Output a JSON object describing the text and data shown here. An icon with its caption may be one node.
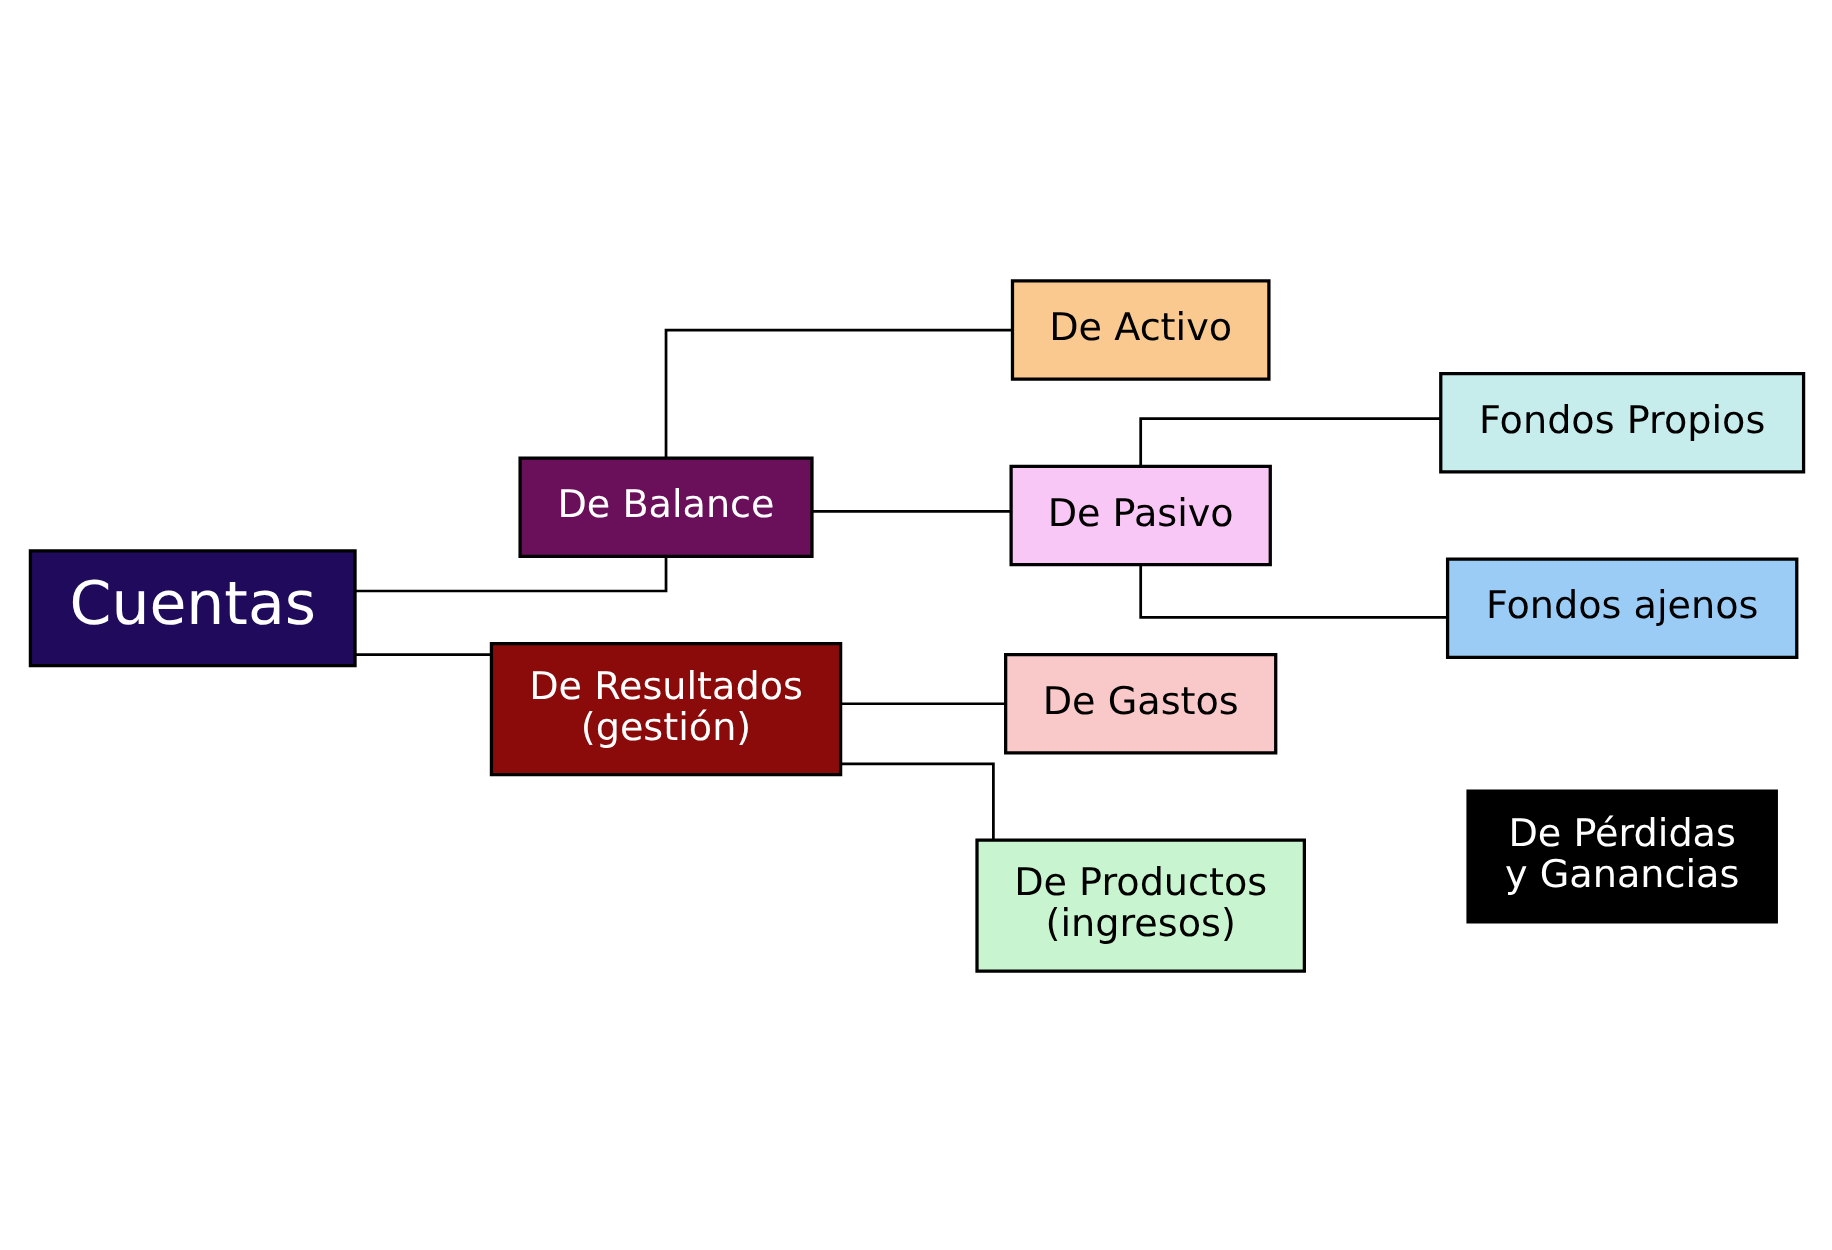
{
  "diagram": {
    "nodes": [
      {
        "text": [
          "Cuentas"
        ]
      },
      {
        "text": [
          "De Balance"
        ]
      },
      {
        "text": [
          "De Activo"
        ]
      },
      {
        "text": [
          "De Pasivo"
        ]
      },
      {
        "text": [
          "Fondos Propios"
        ]
      },
      {
        "text": [
          "Fondos ajenos"
        ]
      },
      {
        "text": [
          "De Resultados (gestión)"
        ]
      },
      {
        "text": [
          "De Gastos"
        ]
      },
      {
        "text": [
          "De Productos (ingresos)"
        ]
      },
      {
        "text": [
          "De Pérdidas y Ganancias"
        ]
      }
    ],
    "edges": [
      {
        "from": 0,
        "to": 1,
        "arrow": "none"
      },
      {
        "from": 0,
        "to": 6,
        "arrow": "none"
      },
      {
        "from": 1,
        "to": 2,
        "arrow": "none"
      },
      {
        "from": 1,
        "to": 3,
        "arrow": "none"
      },
      {
        "from": 3,
        "to": 4,
        "arrow": "none"
      },
      {
        "from": 3,
        "to": 5,
        "arrow": "none"
      },
      {
        "from": 6,
        "to": 7,
        "arrow": "none"
      },
      {
        "from": 6,
        "to": 8,
        "arrow": "none"
      }
    ]
  }
}
